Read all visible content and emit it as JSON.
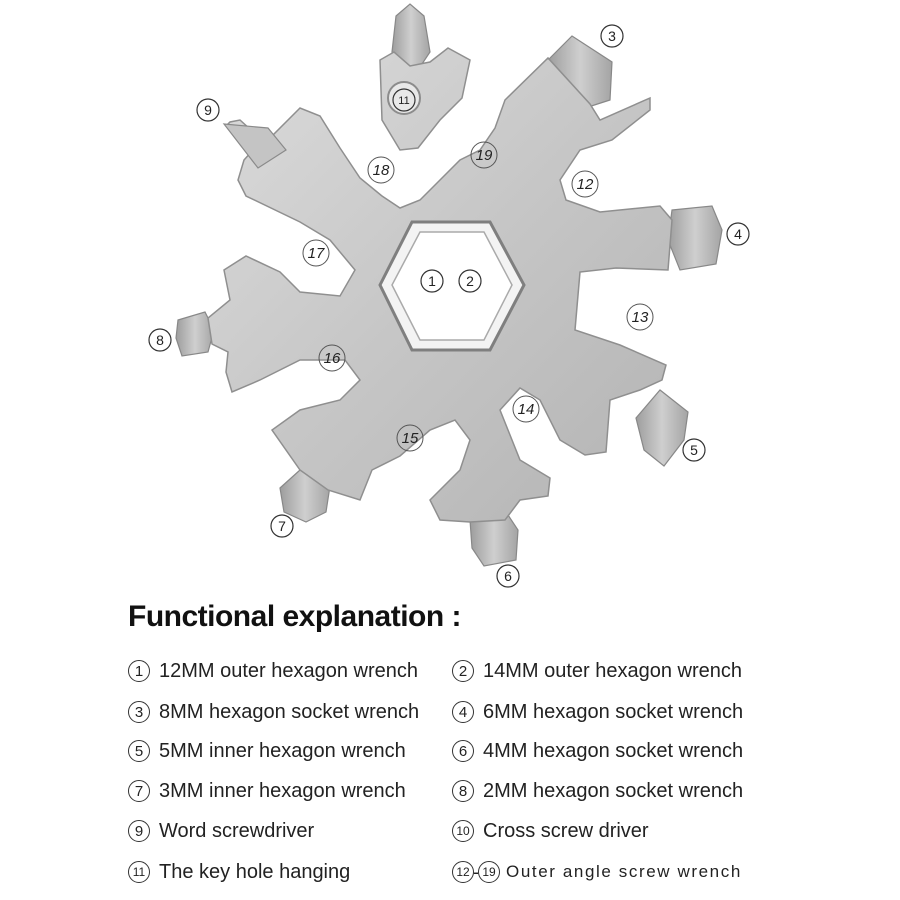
{
  "diagram": {
    "callouts": [
      {
        "id": "c1",
        "text": "1"
      },
      {
        "id": "c2",
        "text": "2"
      },
      {
        "id": "c3",
        "text": "3"
      },
      {
        "id": "c4",
        "text": "4"
      },
      {
        "id": "c5",
        "text": "5"
      },
      {
        "id": "c6",
        "text": "6"
      },
      {
        "id": "c7",
        "text": "7"
      },
      {
        "id": "c8",
        "text": "8"
      },
      {
        "id": "c9",
        "text": "9"
      },
      {
        "id": "c11",
        "text": "11"
      }
    ],
    "italic_labels": [
      {
        "id": "l12",
        "text": "12"
      },
      {
        "id": "l13",
        "text": "13"
      },
      {
        "id": "l14",
        "text": "14"
      },
      {
        "id": "l15",
        "text": "15"
      },
      {
        "id": "l16",
        "text": "16"
      },
      {
        "id": "l17",
        "text": "17"
      },
      {
        "id": "l18",
        "text": "18"
      },
      {
        "id": "l19",
        "text": "19"
      }
    ],
    "colors": {
      "metal": "#c9c9c9",
      "metal_dark": "#9a9a9a",
      "bit": "#b5b5b5"
    }
  },
  "heading": "Functional explanation :",
  "legend": [
    {
      "num": "1",
      "text": "12MM outer hexagon wrench"
    },
    {
      "num": "2",
      "text": "14MM outer hexagon wrench"
    },
    {
      "num": "3",
      "text": "8MM hexagon socket wrench"
    },
    {
      "num": "4",
      "text": "6MM hexagon socket wrench"
    },
    {
      "num": "5",
      "text": "5MM inner hexagon wrench"
    },
    {
      "num": "6",
      "text": "4MM hexagon socket wrench"
    },
    {
      "num": "7",
      "text": "3MM inner hexagon wrench"
    },
    {
      "num": "8",
      "text": "2MM hexagon socket wrench"
    },
    {
      "num": "9",
      "text": "Word screwdriver"
    },
    {
      "num": "10",
      "text": "Cross screw driver"
    },
    {
      "num": "11",
      "text": "The key hole hanging"
    },
    {
      "range_start": "12",
      "range_sep": "-",
      "range_end": "19",
      "text": "Outer angle screw wrench"
    }
  ]
}
